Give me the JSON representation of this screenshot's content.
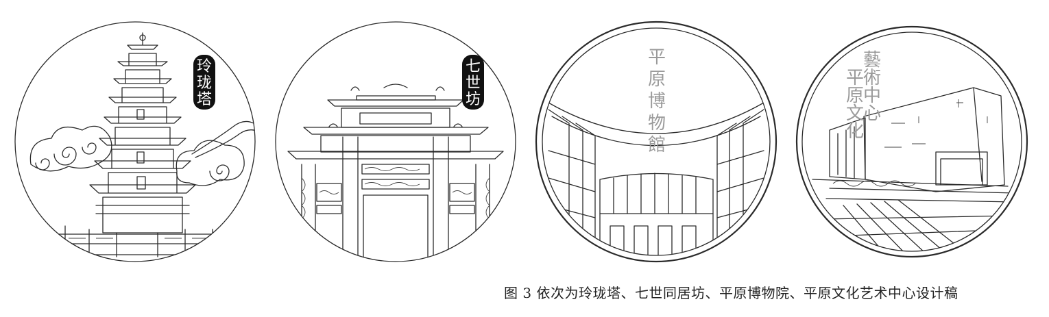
{
  "figure": {
    "caption": "图 3  依次为玲珑塔、七世同居坊、平原博物院、平原文化艺术中心设计稿",
    "panels": [
      {
        "seal": [
          "玲",
          "珑",
          "塔"
        ]
      },
      {
        "seal": [
          "七",
          "世",
          "坊"
        ]
      },
      {
        "inscription": [
          "平",
          "原",
          "博",
          "物",
          "館"
        ]
      },
      {
        "inscription_col1": [
          "藝",
          "術",
          "中",
          "心"
        ],
        "inscription_col2": [
          "平",
          "原",
          "文",
          "化"
        ]
      }
    ]
  }
}
